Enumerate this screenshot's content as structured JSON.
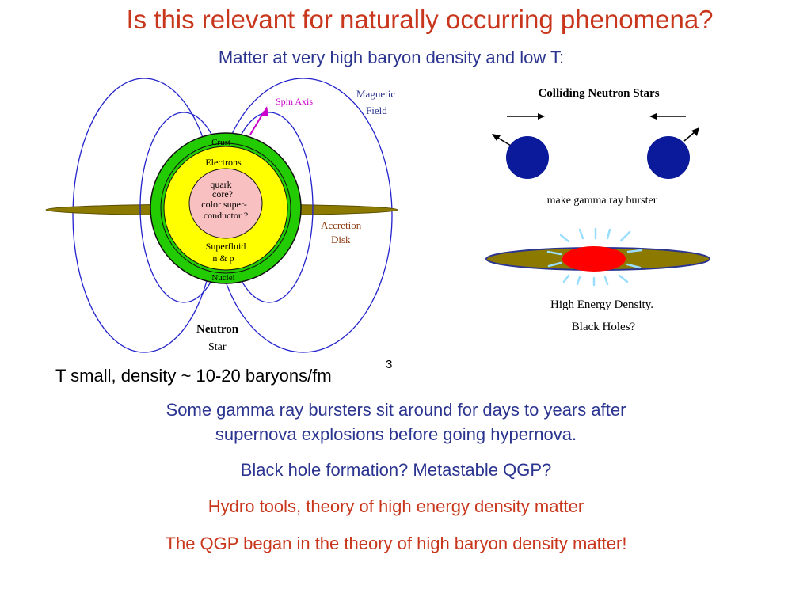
{
  "slide": {
    "title": "Is this relevant for naturally occurring phenomena?",
    "subtitle": "Matter at very high baryon density and low T:",
    "density_text": "T small, density ~ 10-20 baryons/fm",
    "density_exponent": "3",
    "para1_line1": "Some gamma ray bursters sit around for days to years after",
    "para1_line2": "supernova explosions before going hypernova.",
    "para2": "Black hole formation?  Metastable QGP?",
    "para3": "Hydro tools, theory of high energy density matter",
    "para4": "The QGP began in the theory of high baryon density matter!"
  },
  "neutron_star_diagram": {
    "spin_axis": "Spin Axis",
    "magnetic": "Magnetic",
    "field": "Field",
    "crust": "Crust",
    "electrons": "Electrons",
    "core_line1": "quark",
    "core_line2": "core?",
    "core_line3": "color super-",
    "core_line4": "conductor ?",
    "superfluid_line1": "Superfluid",
    "superfluid_line2": "n & p",
    "nuclei": "Nuclei",
    "accretion": "Accretion",
    "disk": "Disk",
    "neutron": "Neutron",
    "star": "Star"
  },
  "collision_diagram": {
    "title": "Colliding Neutron Stars",
    "caption1": "make gamma ray burster",
    "caption2": "High Energy Density.",
    "caption3": "Black Holes?"
  },
  "colors": {
    "title_red": "#c8361c",
    "text_blue": "#2b3590",
    "crust_green": "#22cc00",
    "electrons_yellow": "#ffff00",
    "core_pink": "#f8c0c0",
    "disk_olive": "#8c7a00",
    "star_blue": "#0a1a9a",
    "burst_red": "#ff0000",
    "ray_cyan": "#99ddff",
    "field_blue": "#2222cc",
    "spin_magenta": "#cc00cc",
    "label_brown": "#8b3a10"
  }
}
